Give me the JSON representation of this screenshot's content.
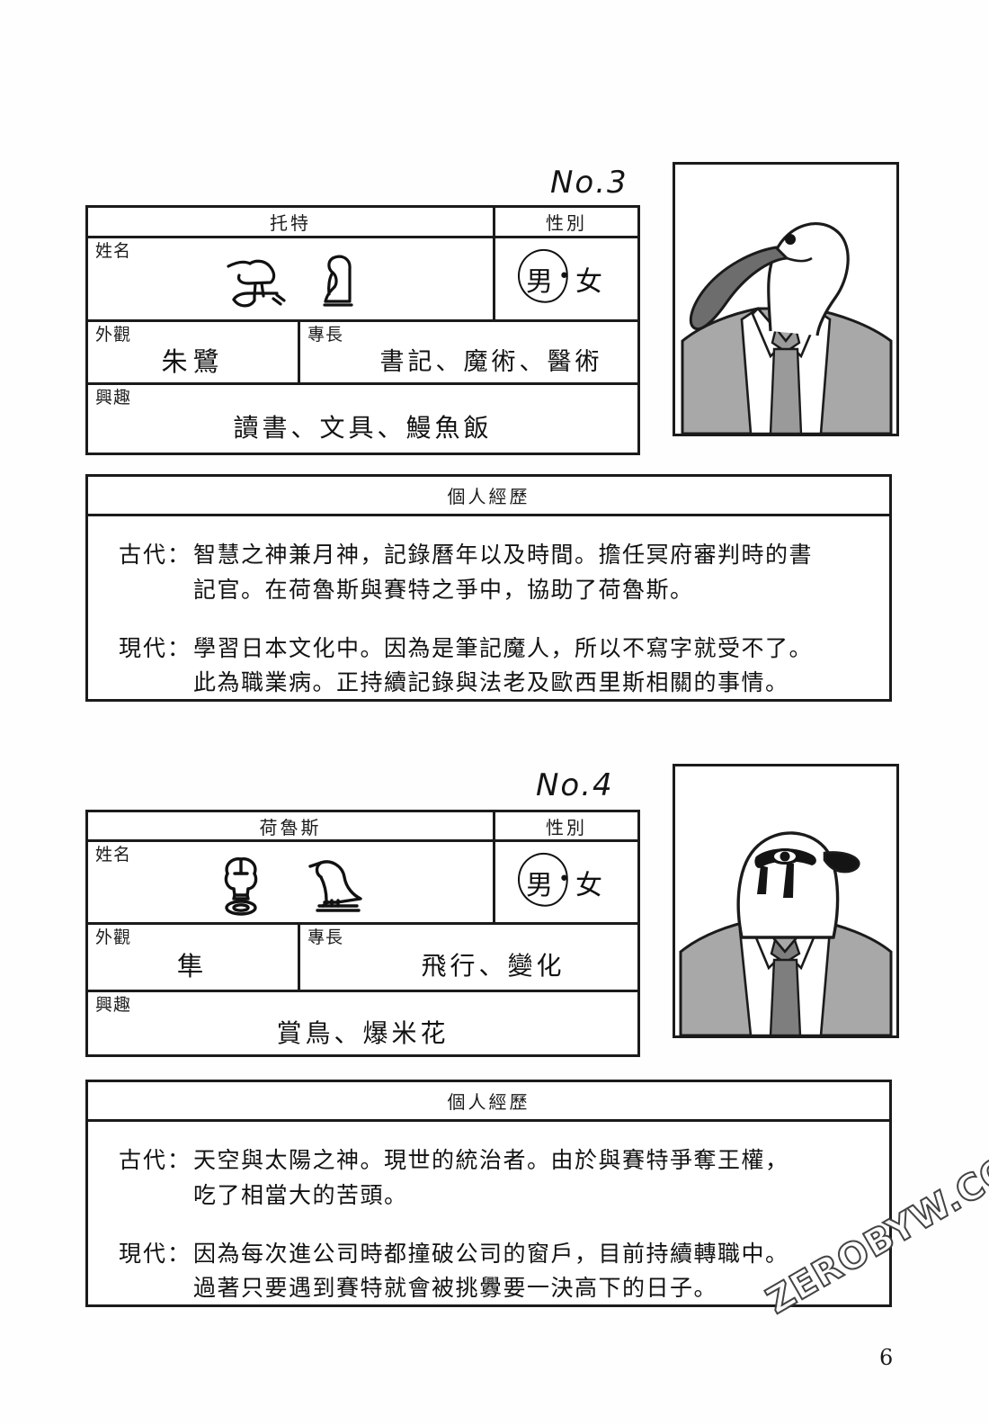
{
  "page": {
    "number": "6",
    "watermark": "ZEROBYW.COM"
  },
  "cards": [
    {
      "no_label": "No.3",
      "headers": {
        "name_header": "托特",
        "gender_header": "性別"
      },
      "labels": {
        "name": "姓名",
        "appearance": "外觀",
        "specialty": "專長",
        "interest": "興趣"
      },
      "gender": {
        "male": "男",
        "dot": "•",
        "female": "女",
        "selected": "男"
      },
      "values": {
        "appearance": "朱鷺",
        "specialty": "書記、魔術、醫術",
        "interest": "讀書、文具、鰻魚飯"
      },
      "glyphs": {
        "first": "ibis-on-perch-glyph",
        "second": "seated-figure-glyph"
      },
      "portrait": {
        "icon": "ibis-headed-man-portrait"
      },
      "history": {
        "title": "個人經歷",
        "entries": [
          {
            "era": "古代：",
            "lines": [
              "智慧之神兼月神，記錄曆年以及時間。擔任冥府審判時的書",
              "記官。在荷魯斯與賽特之爭中，協助了荷魯斯。"
            ]
          },
          {
            "era": "現代：",
            "lines": [
              "學習日本文化中。因為是筆記魔人，所以不寫字就受不了。",
              "此為職業病。正持續記錄與法老及歐西里斯相關的事情。"
            ]
          }
        ]
      }
    },
    {
      "no_label": "No.4",
      "headers": {
        "name_header": "荷魯斯",
        "gender_header": "性別"
      },
      "labels": {
        "name": "姓名",
        "appearance": "外觀",
        "specialty": "專長",
        "interest": "興趣"
      },
      "gender": {
        "male": "男",
        "dot": "•",
        "female": "女",
        "selected": "男"
      },
      "values": {
        "appearance": "隼",
        "specialty": "飛行、變化",
        "interest": "賞鳥、爆米花"
      },
      "glyphs": {
        "first": "basket-and-loaf-glyph",
        "second": "falcon-on-perch-glyph"
      },
      "portrait": {
        "icon": "falcon-headed-man-portrait"
      },
      "history": {
        "title": "個人經歷",
        "entries": [
          {
            "era": "古代：",
            "lines": [
              "天空與太陽之神。現世的統治者。由於與賽特爭奪王權，",
              "吃了相當大的苦頭。"
            ]
          },
          {
            "era": "現代：",
            "lines": [
              "因為每次進公司時都撞破公司的窗戶，目前持續轉職中。",
              "過著只要遇到賽特就會被挑釁要一決高下的日子。"
            ]
          }
        ]
      }
    }
  ],
  "colors": {
    "ink": "#1b1b1b",
    "suit_gray": "#a8a8a8",
    "tie_gray": "#9a9a9a",
    "beak_gray": "#6d6d6d",
    "paper": "#fefefe"
  }
}
